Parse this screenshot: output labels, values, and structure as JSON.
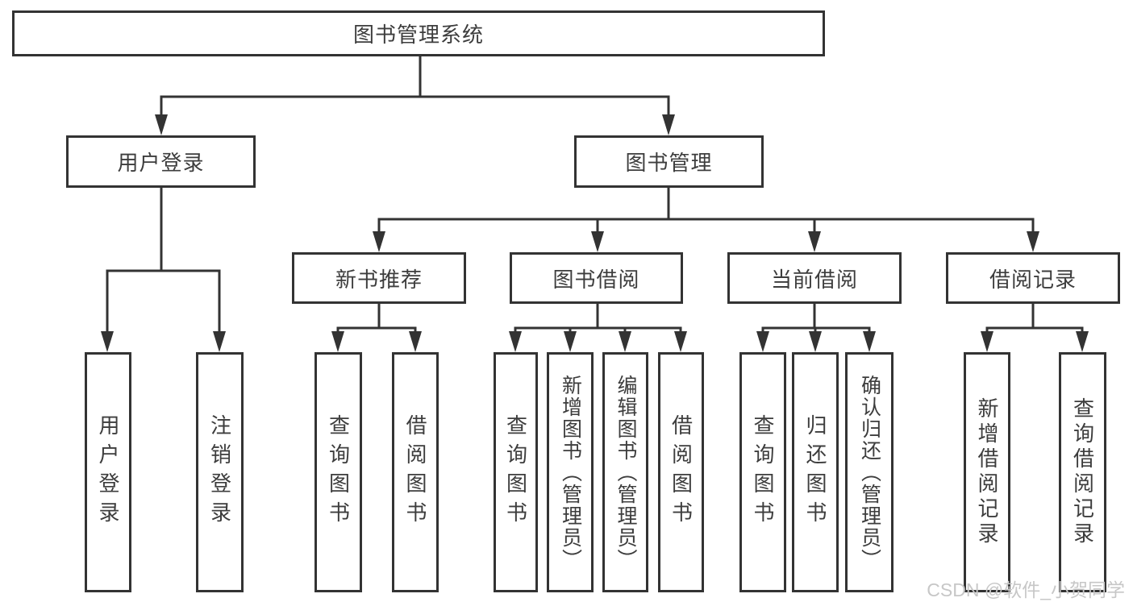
{
  "root_label": "图书管理系统",
  "level2": {
    "user_login": "用户登录",
    "book_mgmt": "图书管理"
  },
  "level3": {
    "new_books": "新书推荐",
    "borrow": "图书借阅",
    "current": "当前借阅",
    "records": "借阅记录"
  },
  "leaves": {
    "user_login": [
      "用户登录",
      "注销登录"
    ],
    "new_books": [
      "查询图书",
      "借阅图书"
    ],
    "borrow": [
      "查询图书",
      "新增图书（管理员）",
      "编辑图书（管理员）",
      "借阅图书"
    ],
    "current": [
      "查询图书",
      "归还图书",
      "确认归还（管理员）"
    ],
    "records": [
      "新增借阅记录",
      "查询借阅记录"
    ]
  },
  "watermark": "CSDN @软件_小贺同学",
  "colors": {
    "line": "#333333",
    "text": "#3d3d3d",
    "watermark": "#c7c7c7",
    "background": "#ffffff"
  }
}
